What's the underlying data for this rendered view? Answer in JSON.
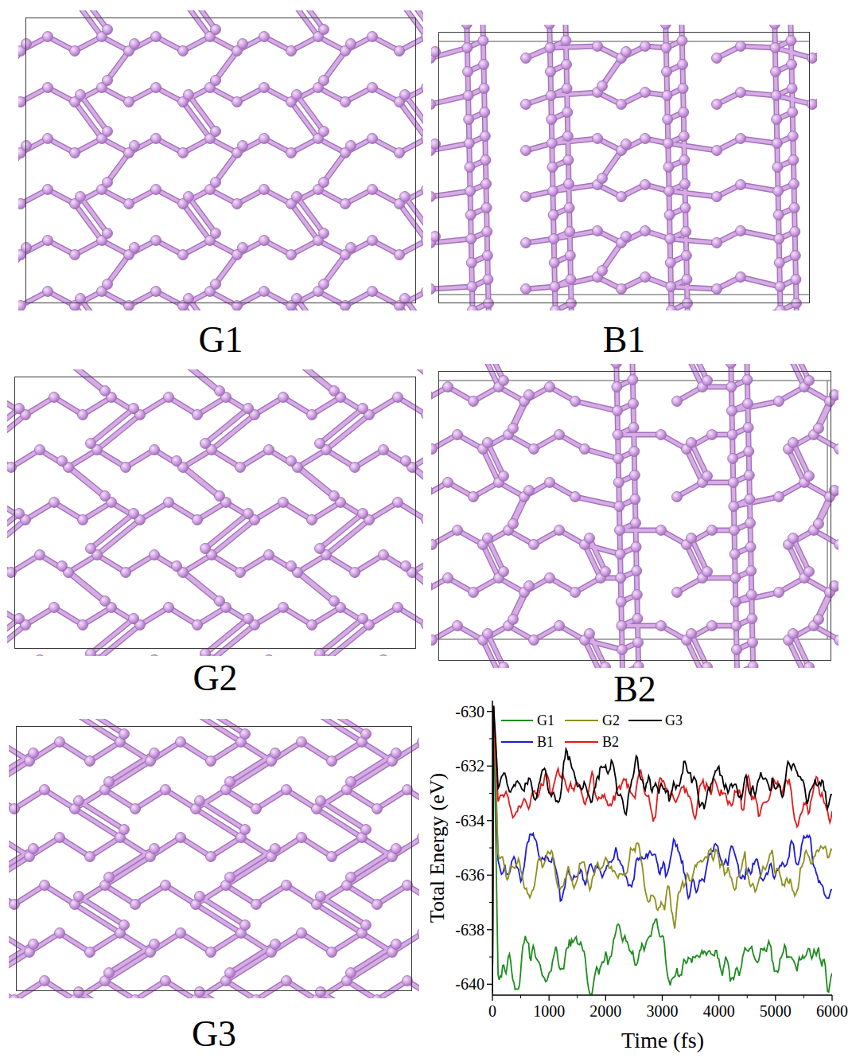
{
  "diagram": {
    "nodes": [
      {
        "text": [
          "G1"
        ]
      },
      {
        "text": [
          "B1"
        ]
      },
      {
        "text": [
          "G2"
        ]
      },
      {
        "text": [
          "B2"
        ]
      },
      {
        "text": [
          "G3"
        ]
      }
    ],
    "labels": [
      "Total Energy (eV)",
      "-630",
      "-632",
      "-634",
      "-636",
      "-638",
      "-640",
      "0",
      "1000",
      "2000",
      "3000",
      "4000",
      "5000",
      "6000",
      "Time (fs)"
    ],
    "legend": [
      {
        "text": "G1"
      },
      {
        "text": "G2"
      },
      {
        "text": "G3"
      },
      {
        "text": "B1"
      },
      {
        "text": "B2"
      }
    ]
  }
}
